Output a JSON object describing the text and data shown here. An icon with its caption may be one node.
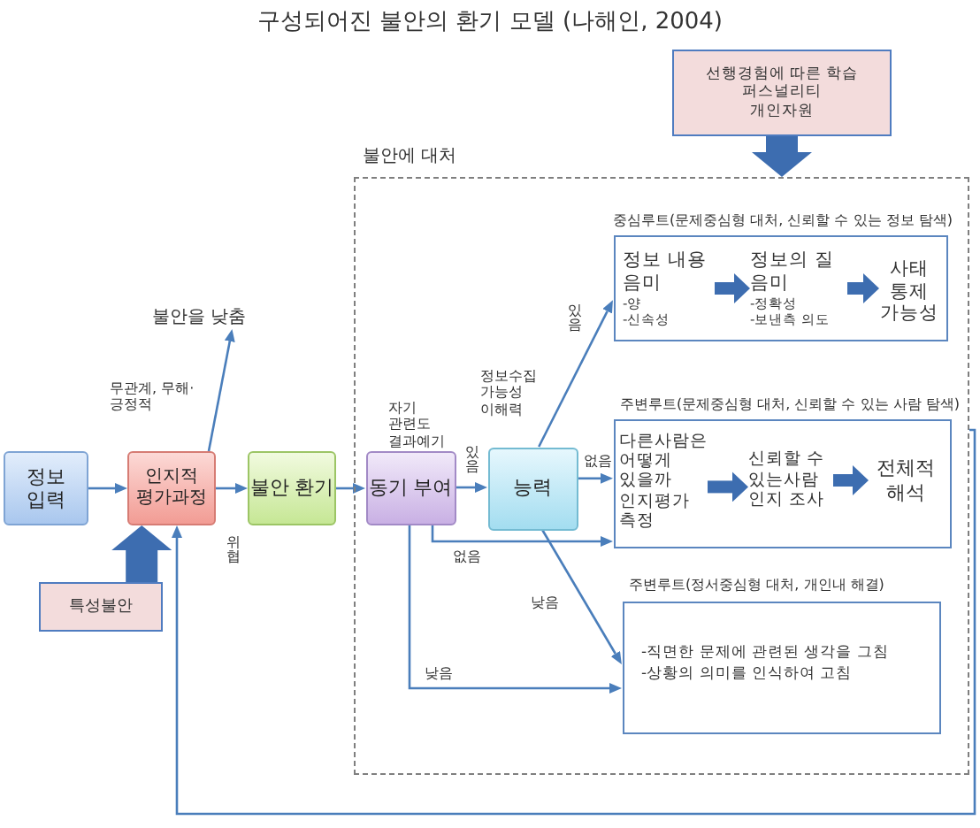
{
  "diagram": {
    "title": "구성되어진 불안의 환기 모델 (나해인, 2004)",
    "nodes": [
      {
        "text": [
          "선행경험에 따른 학습",
          "퍼스널리티",
          "개인자원"
        ]
      },
      {
        "text": [
          "정보 입력"
        ]
      },
      {
        "text": [
          "인지적 평가과정"
        ]
      },
      {
        "text": [
          "특성불안"
        ]
      },
      {
        "text": [
          "불안을 낮춤"
        ]
      },
      {
        "text": [
          "불안 환기"
        ]
      },
      {
        "text": [
          "불안에 대처"
        ]
      },
      {
        "text": [
          "동기 부여"
        ],
        "in": 6,
        "beside": [
          "자기 관련도 결과예기"
        ]
      },
      {
        "text": [
          "능력"
        ],
        "in": 6,
        "beside": [
          "정보수집 가능성 이해력"
        ]
      },
      {
        "text": [
          "중심루트(문제중심형 대처, 신뢰할 수 있는 정보 탐색)"
        ],
        "in": 6
      },
      {
        "text": [
          "정보 내용 음미",
          "-양",
          "-신속성"
        ],
        "in": 9
      },
      {
        "text": [
          "정보의 질 음미",
          "-정확성",
          "-보낸측 의도"
        ],
        "in": 9
      },
      {
        "text": [
          "사태 통제 가능성"
        ],
        "in": 9
      },
      {
        "text": [
          "주변루트(문제중심형 대처, 신뢰할 수 있는 사람 탐색)"
        ],
        "in": 6
      },
      {
        "text": [
          "다른사람은 어떻게 있을까 인지평가 측정"
        ],
        "in": 13
      },
      {
        "text": [
          "신뢰할 수 있는사람 인지 조사"
        ],
        "in": 13
      },
      {
        "text": [
          "전체적 해석"
        ],
        "in": 13
      },
      {
        "text": [
          "주변루트(정서중심형 대처, 개인내 해결)",
          "-직면한 문제에 관련된 생각을 그침",
          "-상황의 의미를 인식하여 고침"
        ],
        "in": 6
      }
    ],
    "edges": [
      {
        "from": 1,
        "to": 2,
        "arrow": "to"
      },
      {
        "from": 2,
        "to": 5,
        "arrow": "to",
        "label": "위협"
      },
      {
        "from": 2,
        "to": 4,
        "arrow": "to",
        "label": "무관계, 무해·긍정적"
      },
      {
        "from": 3,
        "to": 2,
        "arrow": "to",
        "style": "thick"
      },
      {
        "from": 0,
        "to": 6,
        "arrow": "to",
        "style": "thick"
      },
      {
        "from": 5,
        "to": 7,
        "arrow": "to"
      },
      {
        "from": 7,
        "to": 8,
        "arrow": "to",
        "label": "있음"
      },
      {
        "from": 8,
        "to": 9,
        "arrow": "to",
        "label": "있음"
      },
      {
        "from": 8,
        "to": 13,
        "arrow": "to",
        "label": "없음"
      },
      {
        "from": 7,
        "to": 13,
        "arrow": "to",
        "label": "없음"
      },
      {
        "from": 7,
        "to": 17,
        "arrow": "to",
        "label": "낮음"
      },
      {
        "from": 8,
        "to": 17,
        "arrow": "to",
        "label": "낮음"
      },
      {
        "from": 10,
        "to": 11,
        "arrow": "to",
        "style": "thick"
      },
      {
        "from": 11,
        "to": 12,
        "arrow": "to",
        "style": "thick"
      },
      {
        "from": 14,
        "to": 15,
        "arrow": "to",
        "style": "thick"
      },
      {
        "from": 15,
        "to": 16,
        "arrow": "to",
        "style": "thick"
      },
      {
        "from": 6,
        "to": 2,
        "arrow": "to"
      }
    ]
  }
}
